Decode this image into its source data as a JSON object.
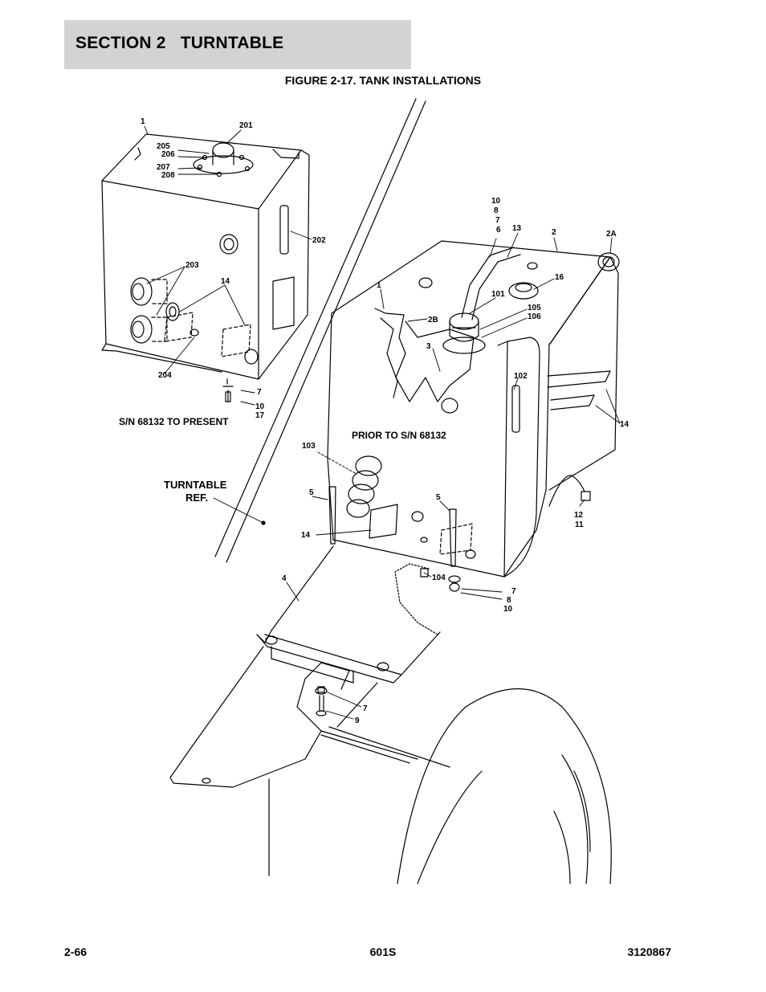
{
  "header": {
    "section_title": "SECTION 2   TURNTABLE"
  },
  "figure": {
    "title": "FIGURE 2-17. TANK INSTALLATIONS",
    "notes": {
      "sn_present": "S/N 68132 TO PRESENT",
      "prior_sn": "PRIOR TO S/N 68132",
      "turntable_ref_1": "TURNTABLE",
      "turntable_ref_2": "REF."
    },
    "callouts": {
      "c1a": "1",
      "c201": "201",
      "c205": "205",
      "c206": "206",
      "c207": "207",
      "c208": "208",
      "c202": "202",
      "c203": "203",
      "c14a": "14",
      "c204": "204",
      "c7a": "7",
      "c10a": "10",
      "c17": "17",
      "c10b": "10",
      "c8a": "8",
      "c7b": "7",
      "c6": "6",
      "c13": "13",
      "c2": "2",
      "c2A": "2A",
      "c16": "16",
      "c1b": "1",
      "c101": "101",
      "c105": "105",
      "c106": "106",
      "c2B": "2B",
      "c3": "3",
      "c102": "102",
      "c14b": "14",
      "c103": "103",
      "c5a": "5",
      "c5b": "5",
      "c14c": "14",
      "c12": "12",
      "c11": "11",
      "c104": "104",
      "c7c": "7",
      "c8b": "8",
      "c10c": "10",
      "c4": "4",
      "c7d": "7",
      "c9": "9"
    }
  },
  "footer": {
    "page": "2-66",
    "model": "601S",
    "doc_number": "3120867"
  }
}
